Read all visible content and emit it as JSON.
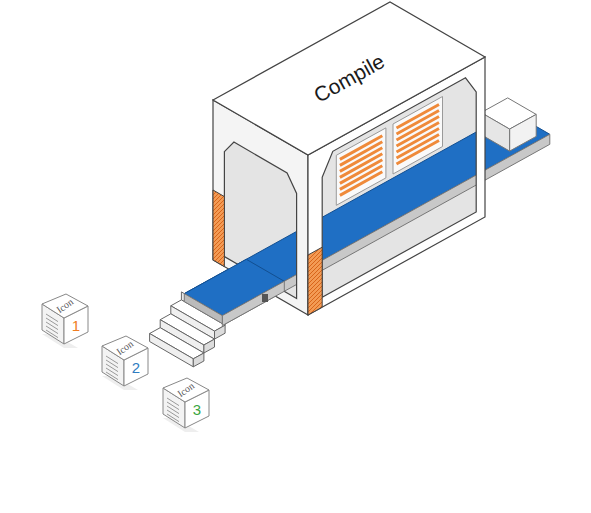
{
  "diagram": {
    "nodes": [
      {
        "text": [
          "Compile"
        ]
      },
      {
        "text": [
          "Icon",
          "1"
        ]
      },
      {
        "text": [
          "Icon",
          "2"
        ]
      },
      {
        "text": [
          "Icon",
          "3"
        ]
      }
    ]
  }
}
